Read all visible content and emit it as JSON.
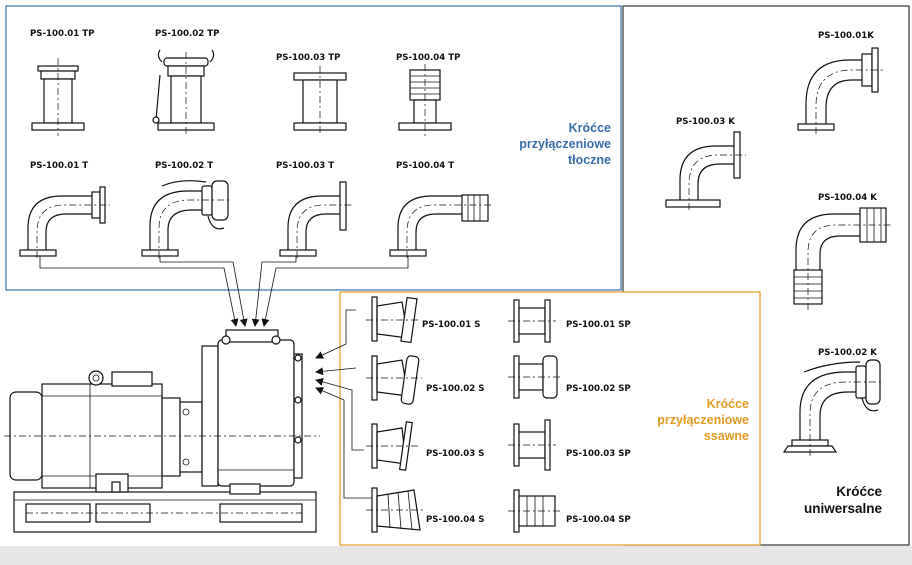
{
  "groups": {
    "discharge": {
      "line1": "Króćce",
      "line2": "przyłączeniowe",
      "line3": "tłoczne",
      "color": "#3a6ea8"
    },
    "suction": {
      "line1": "Króćce",
      "line2": "przyłączeniowe",
      "line3": "ssawne",
      "color": "#e39a23"
    },
    "universal": {
      "line1": "Króćce",
      "line2": "uniwersalne",
      "color": "#111111"
    }
  },
  "parts": {
    "tp1": "PS-100.01 TP",
    "tp2": "PS-100.02 TP",
    "tp3": "PS-100.03 TP",
    "tp4": "PS-100.04 TP",
    "t1": "PS-100.01 T",
    "t2": "PS-100.02 T",
    "t3": "PS-100.03 T",
    "t4": "PS-100.04 T",
    "s1": "PS-100.01 S",
    "s2": "PS-100.02 S",
    "s3": "PS-100.03 S",
    "s4": "PS-100.04 S",
    "sp1": "PS-100.01 SP",
    "sp2": "PS-100.02 SP",
    "sp3": "PS-100.03 SP",
    "sp4": "PS-100.04 SP",
    "k1": "PS-100.01K",
    "k2": "PS-100.02 K",
    "k3": "PS-100.03 K",
    "k4": "PS-100.04 K"
  }
}
